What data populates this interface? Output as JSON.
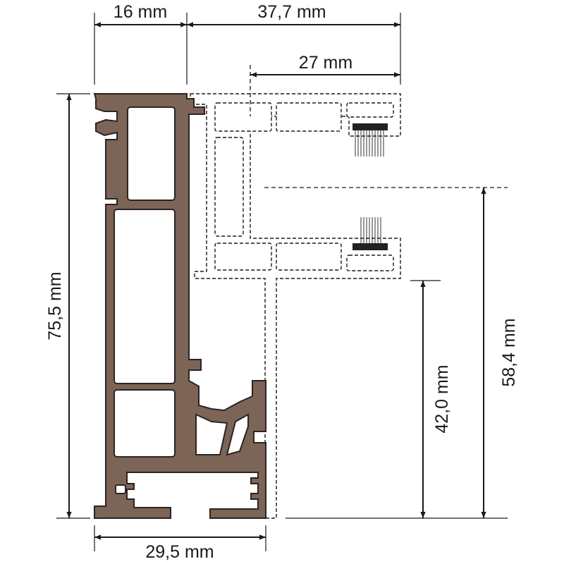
{
  "colors": {
    "profile": "#7c6457",
    "line": "#1a1a1a"
  },
  "dimensions": {
    "top_left_width": "16 mm",
    "top_right_width": "37,7 mm",
    "inner_width": "27 mm",
    "total_height": "75,5 mm",
    "bottom_width": "29,5 mm",
    "lower_height": "42,0 mm",
    "right_height": "58,4 mm"
  }
}
